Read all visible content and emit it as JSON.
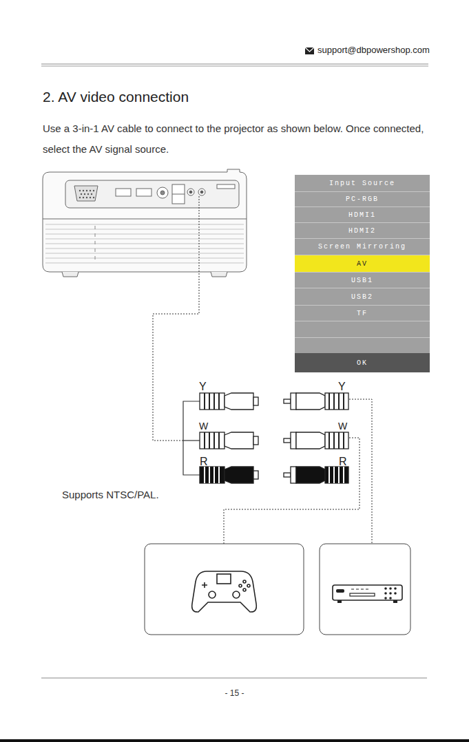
{
  "diagram": {
    "title": "2. AV video connection",
    "nodes": [
      {
        "text": [
          "Input Source"
        ]
      },
      {
        "text": [
          "PC-RGB"
        ],
        "in": 0
      },
      {
        "text": [
          "HDMI1"
        ],
        "in": 0
      },
      {
        "text": [
          "HDMI2"
        ],
        "in": 0
      },
      {
        "text": [
          "Screen Mirroring"
        ],
        "in": 0
      },
      {
        "text": [
          "AV"
        ],
        "in": 0
      },
      {
        "text": [
          "USB1"
        ],
        "in": 0
      },
      {
        "text": [
          "USB2"
        ],
        "in": 0
      },
      {
        "text": [
          "TF"
        ],
        "in": 0
      },
      {
        "text": [
          "OK"
        ],
        "in": 0
      }
    ],
    "labels": [
      "support@dbpowershop.com",
      "Use a 3-in-1 AV cable to connect to the projector as shown below. Once connected, select the AV signal source.",
      "Y",
      "Y",
      "W",
      "W",
      "R",
      "R",
      "Supports NTSC/PAL.",
      "- 15 -"
    ]
  }
}
